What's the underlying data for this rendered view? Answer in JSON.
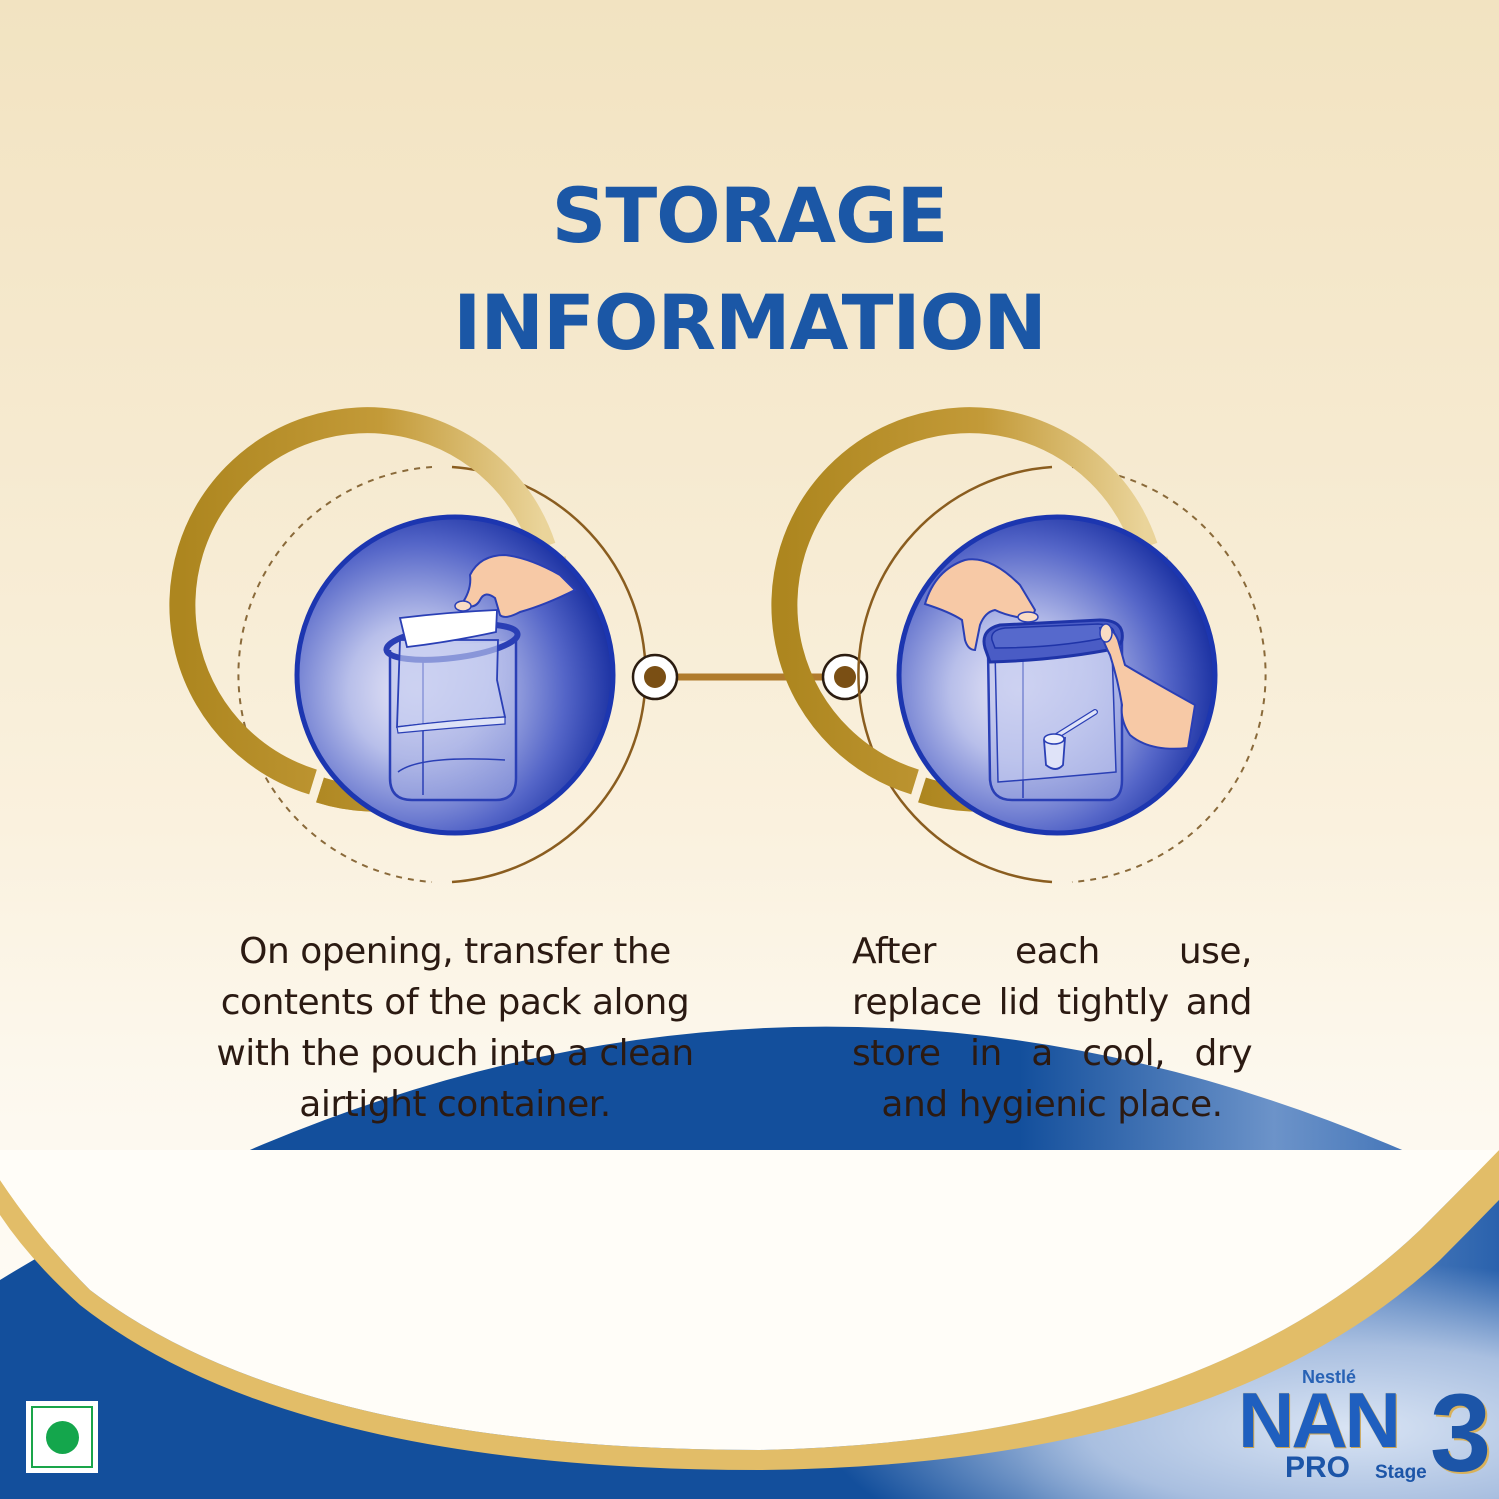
{
  "title": {
    "line1": "STORAGE",
    "line2": "INFORMATION"
  },
  "steps": [
    {
      "illustration": "hand-transferring-pouch-into-container",
      "caption": "On opening, transfer the contents of the pack along with the pouch into a clean airtight container."
    },
    {
      "illustration": "hands-closing-container-lid-with-scoop",
      "caption": "After each use, replace lid tightly and store in a cool, dry and hygienic place."
    }
  ],
  "brand": {
    "company": "Nestlé",
    "product": "NAN",
    "sub": "PRO",
    "stage_label": "Stage",
    "stage_number": "3"
  },
  "badge": {
    "type": "vegetarian-mark"
  },
  "colors": {
    "title_blue": "#1b57a6",
    "gold": "#b8902e",
    "gold_light": "#e6cc8a",
    "connector_brown": "#7a4f14",
    "band_blue": "#134f9c",
    "circle_blue": "#1f3aa8",
    "veg_green": "#14a64c",
    "text_dark": "#2b1a12"
  }
}
